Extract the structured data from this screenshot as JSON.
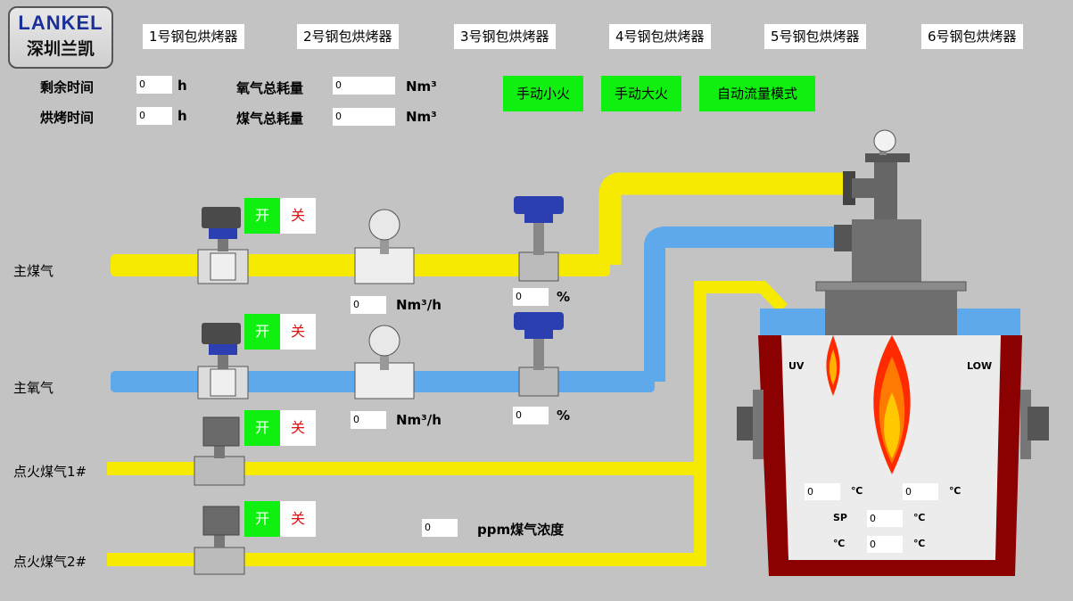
{
  "logo": {
    "brand": "LANKEL",
    "subtitle": "深圳兰凯"
  },
  "tabs": [
    "1号钢包烘烤器",
    "2号钢包烘烤器",
    "3号钢包烘烤器",
    "4号钢包烘烤器",
    "5号钢包烘烤器",
    "6号钢包烘烤器"
  ],
  "stats": {
    "remaining_label": "剩余时间",
    "remaining_value": "0",
    "remaining_unit": "h",
    "bake_label": "烘烤时间",
    "bake_value": "0",
    "bake_unit": "h",
    "oxygen_total_label": "氧气总耗量",
    "oxygen_total_value": "0",
    "oxygen_total_unit": "Nm³",
    "gas_total_label": "煤气总耗量",
    "gas_total_value": "0",
    "gas_total_unit": "Nm³"
  },
  "modes": {
    "manual_low": "手动小火",
    "manual_high": "手动大火",
    "auto_flow": "自动流量模式"
  },
  "switch": {
    "on": "开",
    "off": "关"
  },
  "lines": {
    "main_gas": {
      "label": "主煤气",
      "flow_value": "0",
      "flow_unit": "Nm³/h",
      "valve_value": "0",
      "valve_unit": "%"
    },
    "main_oxygen": {
      "label": "主氧气",
      "flow_value": "0",
      "flow_unit": "Nm³/h",
      "valve_value": "0",
      "valve_unit": "%"
    },
    "ignition1": {
      "label": "点火煤气1#"
    },
    "ignition2": {
      "label": "点火煤气2#"
    }
  },
  "gas_concentration": {
    "value": "0",
    "label": "ppm煤气浓度"
  },
  "furnace": {
    "uv_label": "UV",
    "low_label": "LOW",
    "temp_left_value": "0",
    "temp_right_value": "0",
    "temp_unit": "℃",
    "sp_label": "SP",
    "sp_value": "0",
    "sp_unit": "℃",
    "bottom_unit_left": "℃",
    "bottom_value": "0",
    "bottom_unit_right": "℃"
  },
  "colors": {
    "gas_pipe": "#f6ea00",
    "oxygen_pipe": "#5ea8ec",
    "button_green": "#10f010",
    "ladle_shell": "#8b0000",
    "off_text": "#e01010"
  }
}
